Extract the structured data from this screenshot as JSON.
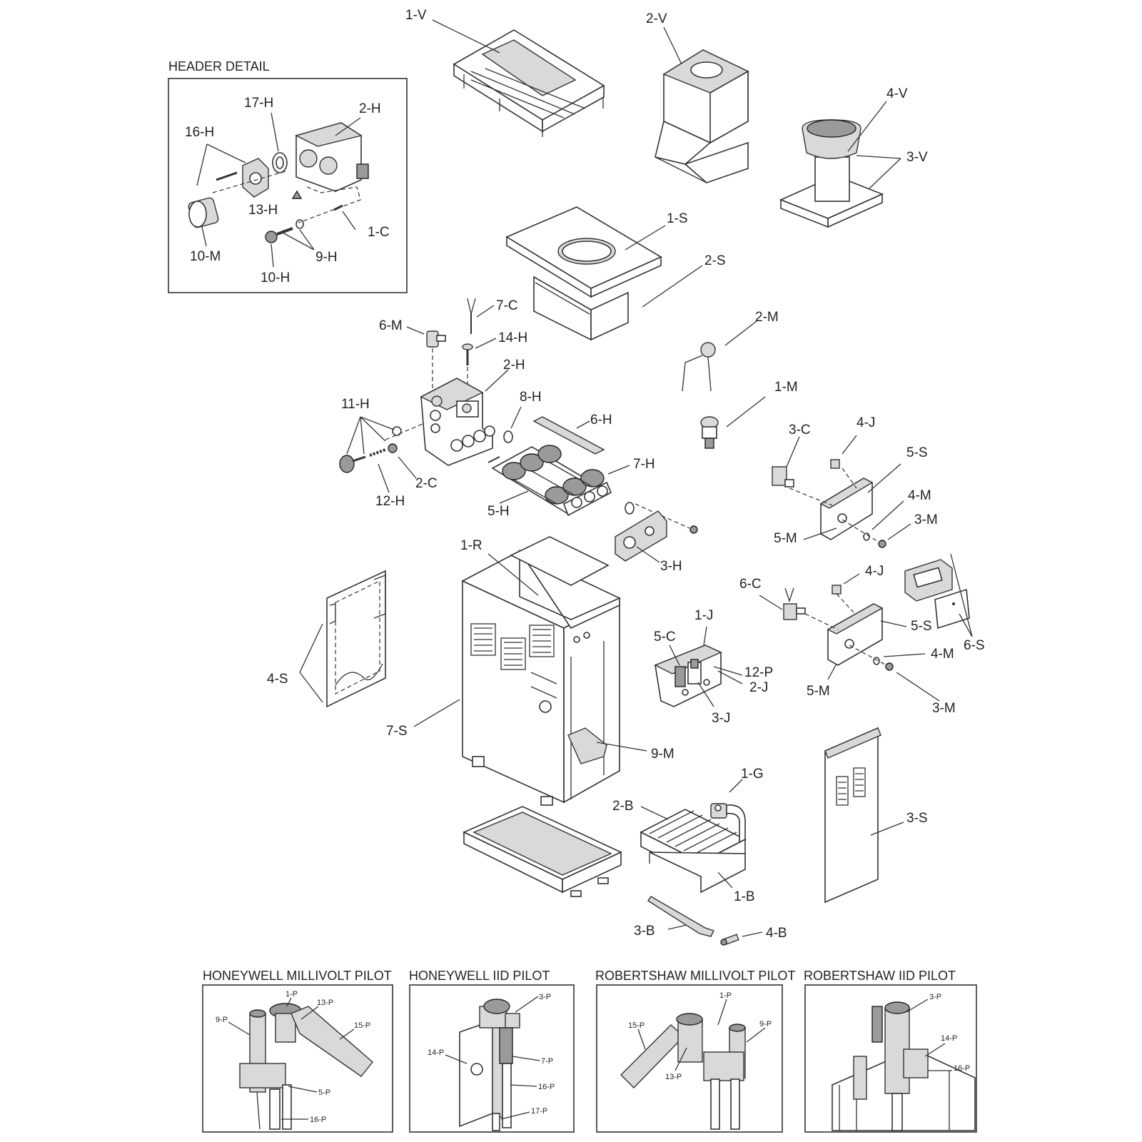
{
  "headings": {
    "header_detail": "HEADER DETAIL",
    "honeywell_millivolt": "HONEYWELL MILLIVOLT PILOT",
    "honeywell_iid": "HONEYWELL IID PILOT",
    "robertshaw_millivolt": "ROBERTSHAW MILLIVOLT PILOT",
    "robertshaw_iid": "ROBERTSHAW IID PILOT"
  },
  "header_detail_labels": {
    "p17H": "17-H",
    "p2H": "2-H",
    "p16H": "16-H",
    "p13H": "13-H",
    "p1C": "1-C",
    "p10M": "10-M",
    "p9H": "9-H",
    "p10H": "10-H"
  },
  "labels": {
    "p1V": "1-V",
    "p2V": "2-V",
    "p4V": "4-V",
    "p3V": "3-V",
    "p1S": "1-S",
    "p2S": "2-S",
    "p7C": "7-C",
    "p6M": "6-M",
    "p14H": "14-H",
    "p2H": "2-H",
    "p2M": "2-M",
    "p1M": "1-M",
    "p11H": "11-H",
    "p8H": "8-H",
    "p6H": "6-H",
    "p7H": "7-H",
    "p2C": "2-C",
    "p12H": "12-H",
    "p5H": "5-H",
    "p3C": "3-C",
    "p4J_a": "4-J",
    "p5S_a": "5-S",
    "p4M_a": "4-M",
    "p3M_a": "3-M",
    "p5M_a": "5-M",
    "p1R": "1-R",
    "p3H": "3-H",
    "p6C": "6-C",
    "p4J_b": "4-J",
    "p5S_b": "5-S",
    "p6S": "6-S",
    "p4M_b": "4-M",
    "p5M_b": "5-M",
    "p3M_b": "3-M",
    "p1J": "1-J",
    "p5C": "5-C",
    "p12P": "12-P",
    "p2J": "2-J",
    "p3J": "3-J",
    "p4S": "4-S",
    "p7S": "7-S",
    "p9M": "9-M",
    "p1G": "1-G",
    "p2B": "2-B",
    "p1B": "1-B",
    "p3S": "3-S",
    "p3B": "3-B",
    "p4B": "4-B"
  },
  "pilot_labels": {
    "hm": {
      "p1P": "1-P",
      "p13P": "13-P",
      "p9P": "9-P",
      "p15P": "15-P",
      "p5P": "5-P",
      "p16P": "16-P"
    },
    "hi": {
      "p3P": "3-P",
      "p14P": "14-P",
      "p7P": "7-P",
      "p16P": "16-P",
      "p17P": "17-P"
    },
    "rm": {
      "p1P": "1-P",
      "p15P": "15-P",
      "p9P": "9-P",
      "p13P": "13-P"
    },
    "ri": {
      "p3P": "3-P",
      "p14P": "14-P",
      "p16P": "16-P"
    }
  }
}
